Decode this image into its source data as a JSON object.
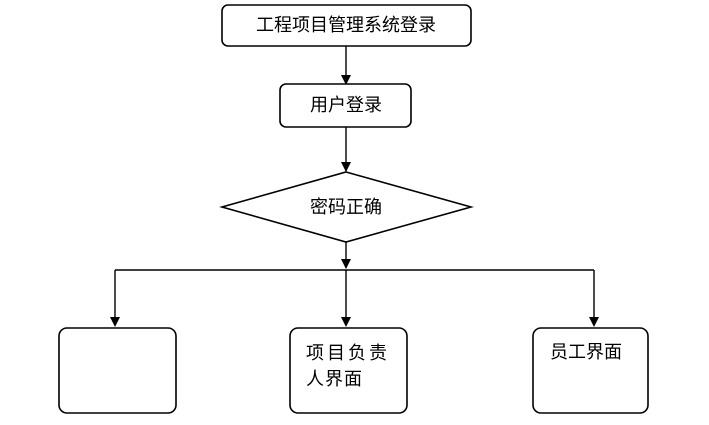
{
  "diagram": {
    "title_box": "工程项目管理系统登录",
    "login_box": "用户登录",
    "decision": "密码正确",
    "left_box": "",
    "middle_box": {
      "line1": "项目负责",
      "line2": "人界面"
    },
    "right_box": "员工界面"
  },
  "colors": {
    "stroke": "#000000",
    "fill": "#ffffff",
    "text": "#000000"
  }
}
